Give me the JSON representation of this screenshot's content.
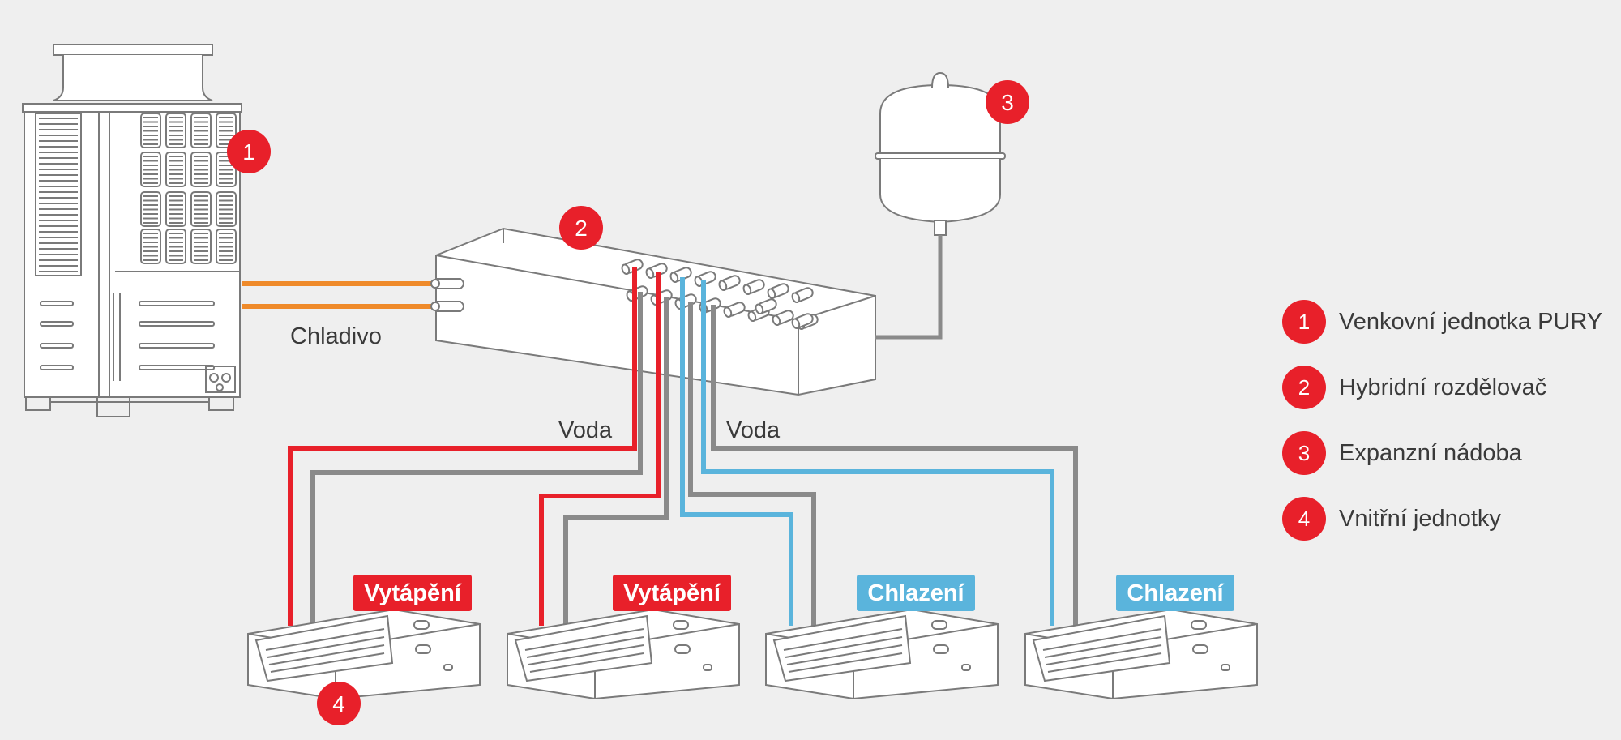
{
  "colors": {
    "background": "#efefef",
    "outline": "#7a7a7a",
    "badge": "#e8202a",
    "refrigerant": "#ef8a2a",
    "hot": "#e8202a",
    "cold": "#5ab4dc",
    "return": "#8a8a8a",
    "heating_tag": "#e8202a",
    "cooling_tag": "#5ab4dc"
  },
  "badges": [
    "1",
    "2",
    "3",
    "4"
  ],
  "labels": {
    "refrigerant": "Chladivo",
    "water_left": "Voda",
    "water_right": "Voda"
  },
  "indoor_units": [
    {
      "mode": "Vytápění",
      "kind": "heating"
    },
    {
      "mode": "Vytápění",
      "kind": "heating"
    },
    {
      "mode": "Chlazení",
      "kind": "cooling"
    },
    {
      "mode": "Chlazení",
      "kind": "cooling"
    }
  ],
  "legend": [
    {
      "number": "1",
      "label": "Venkovní jednotka PURY"
    },
    {
      "number": "2",
      "label": "Hybridní rozdělovač"
    },
    {
      "number": "3",
      "label": "Expanzní nádoba"
    },
    {
      "number": "4",
      "label": "Vnitřní jednotky"
    }
  ]
}
